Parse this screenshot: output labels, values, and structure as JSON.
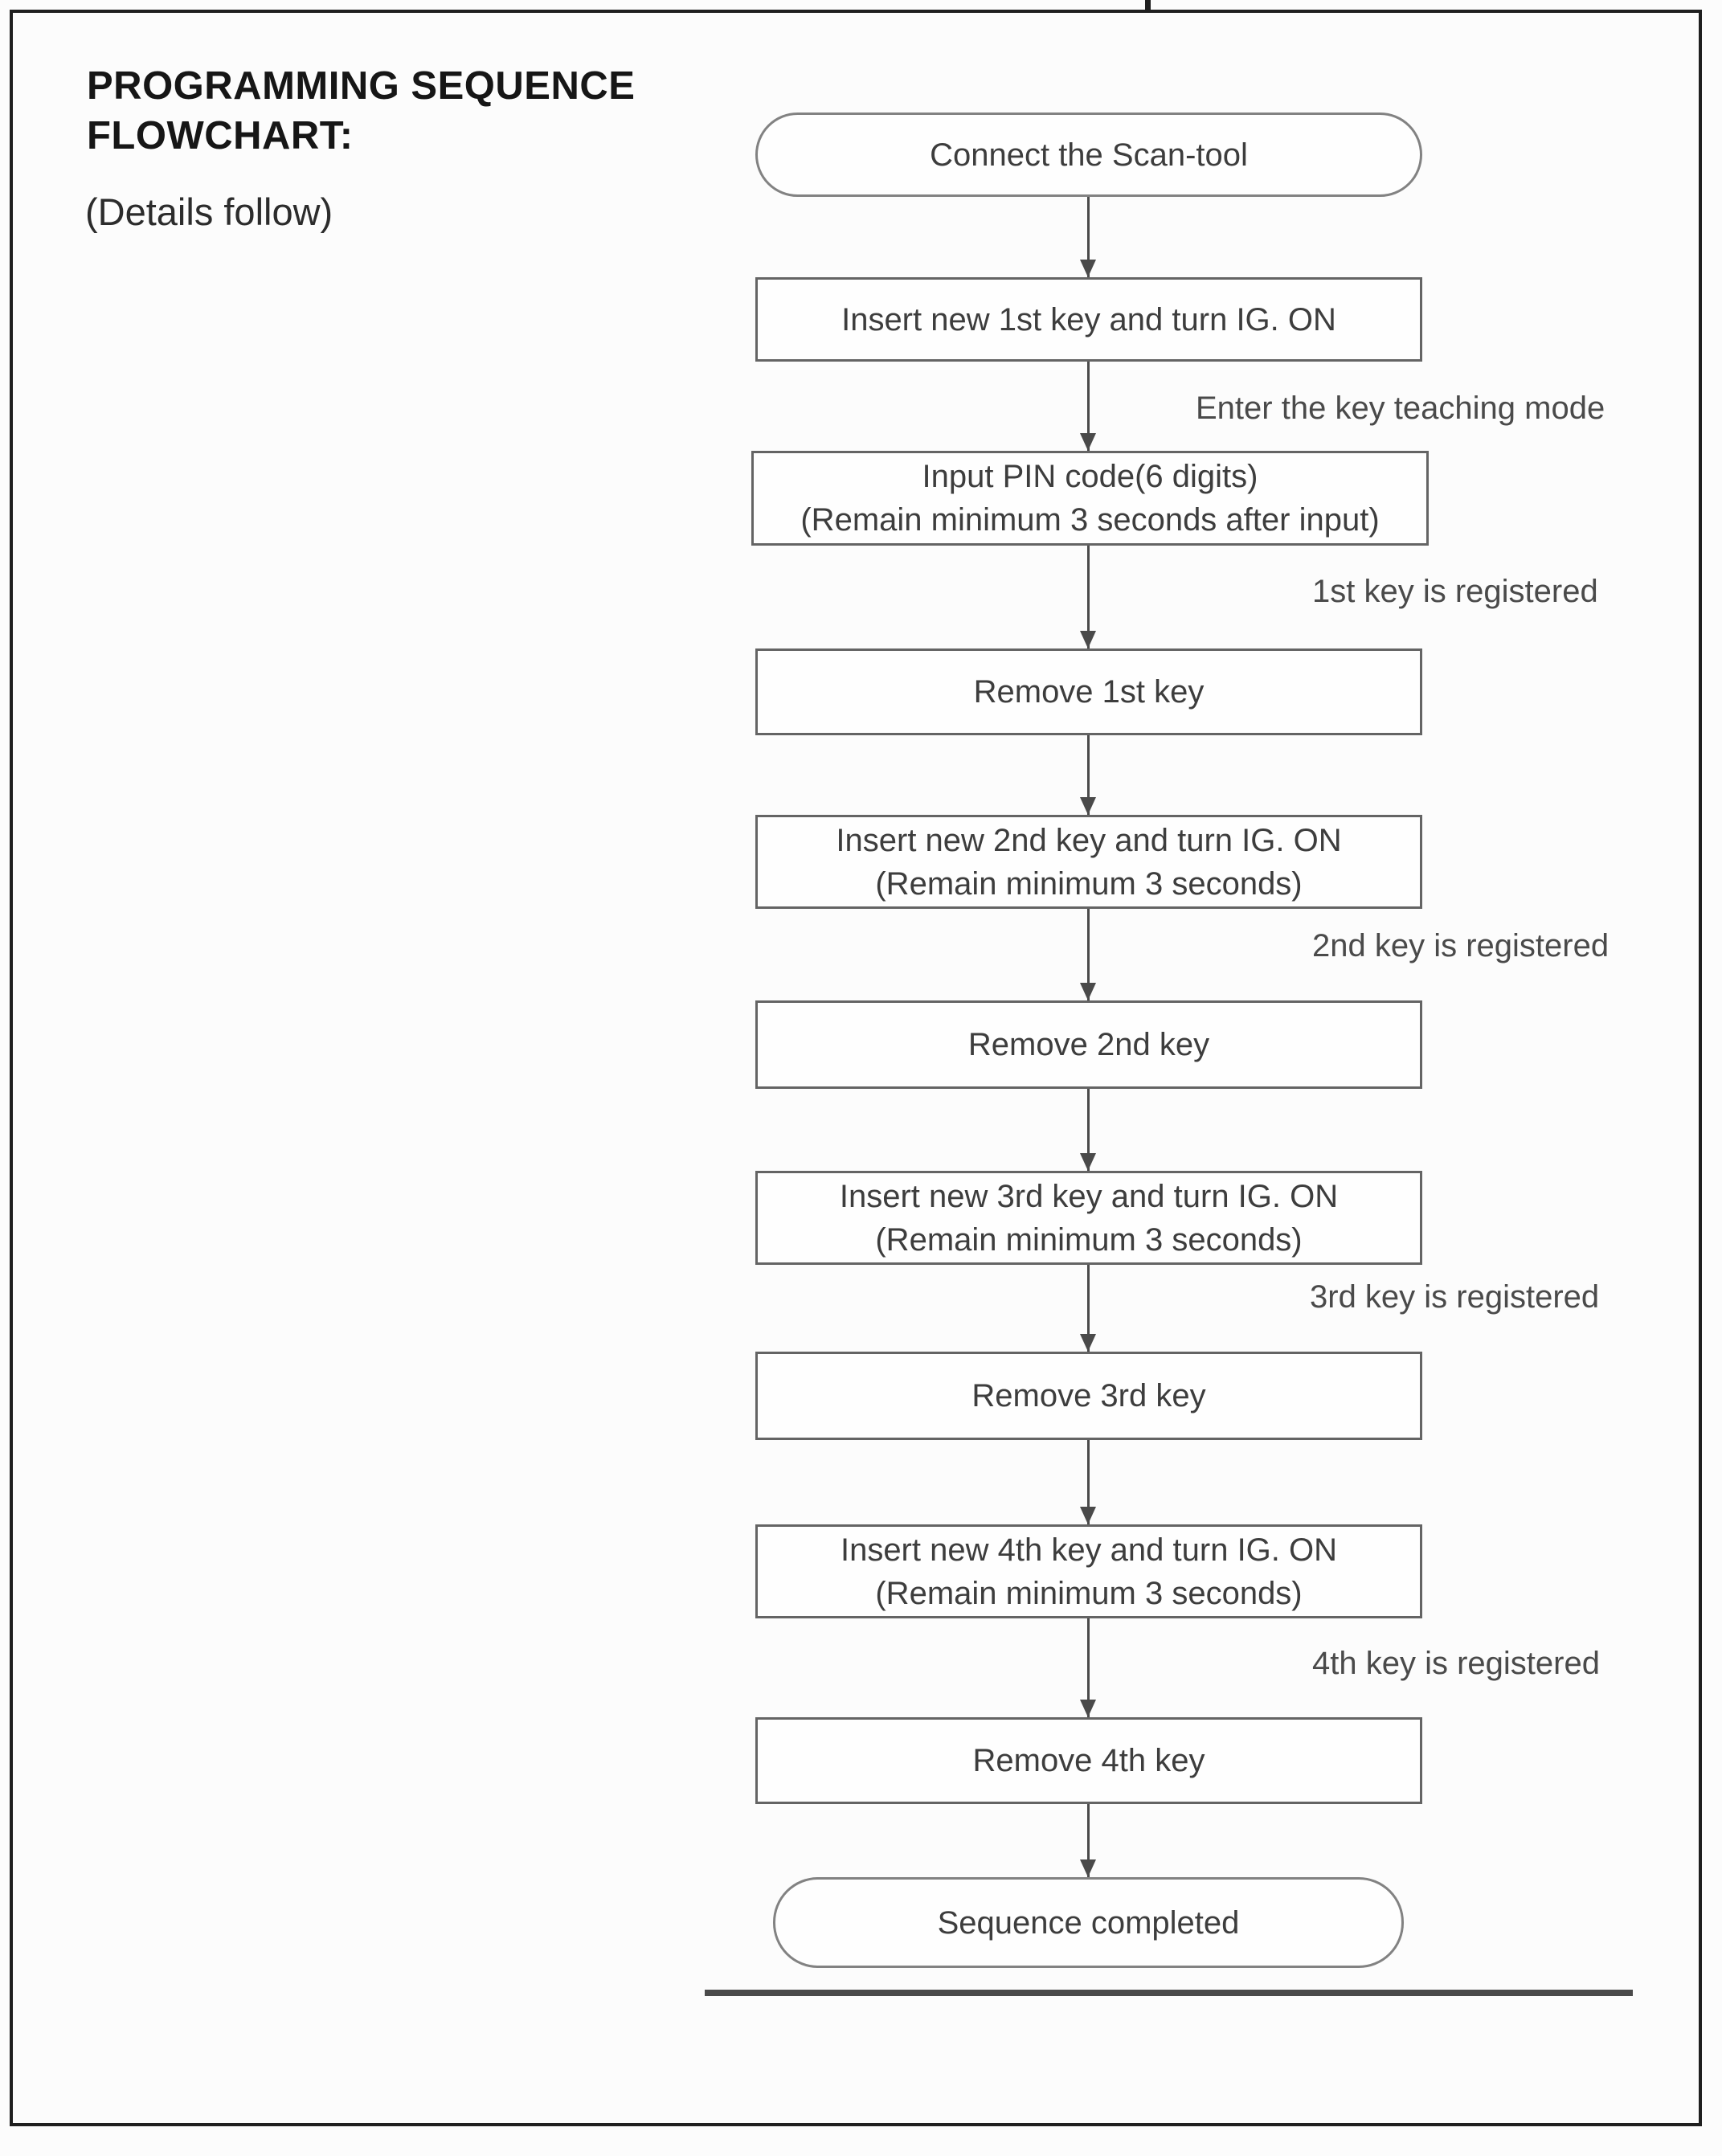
{
  "page": {
    "title": "PROGRAMMING SEQUENCE\nFLOWCHART:",
    "subtitle": "(Details follow)"
  },
  "flowchart": {
    "nodes": [
      {
        "id": "connect-scan-tool",
        "shape": "rounded",
        "label": "Connect the Scan-tool"
      },
      {
        "id": "insert-1st-key",
        "shape": "rect",
        "label": "Insert new 1st key and turn IG. ON"
      },
      {
        "id": "input-pin-code",
        "shape": "rect",
        "label": "Input PIN code(6 digits)",
        "label2": "(Remain minimum 3 seconds after input)"
      },
      {
        "id": "remove-1st-key",
        "shape": "rect",
        "label": "Remove 1st key"
      },
      {
        "id": "insert-2nd-key",
        "shape": "rect",
        "label": "Insert new 2nd key and turn IG. ON",
        "label2": "(Remain minimum 3 seconds)"
      },
      {
        "id": "remove-2nd-key",
        "shape": "rect",
        "label": "Remove 2nd key"
      },
      {
        "id": "insert-3rd-key",
        "shape": "rect",
        "label": "Insert new 3rd key and turn IG. ON",
        "label2": "(Remain minimum 3 seconds)"
      },
      {
        "id": "remove-3rd-key",
        "shape": "rect",
        "label": "Remove 3rd key"
      },
      {
        "id": "insert-4th-key",
        "shape": "rect",
        "label": "Insert new 4th key and turn IG. ON",
        "label2": "(Remain minimum 3 seconds)"
      },
      {
        "id": "remove-4th-key",
        "shape": "rect",
        "label": "Remove 4th key"
      },
      {
        "id": "sequence-completed",
        "shape": "rounded",
        "label": "Sequence completed"
      }
    ],
    "edge_labels": [
      "Enter the key teaching mode",
      "1st key is registered",
      "2nd key is registered",
      "3rd key is registered",
      "4th key is registered"
    ]
  },
  "colors": {
    "background": "#fcfcfc",
    "page_border": "#1f1f1f",
    "box_border": "#646464",
    "rounded_border": "#828282",
    "text": "#3d3d3d",
    "label_text": "#4a4a4a",
    "arrow": "#4a4a4a",
    "separator": "#4a4a4a"
  }
}
